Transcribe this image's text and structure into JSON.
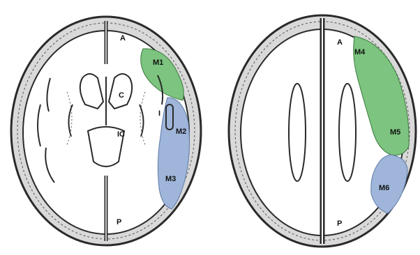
{
  "colors": {
    "green_region": "#7cc47f",
    "blue_region": "#9fb5d9",
    "outline": "#2a2a2a",
    "skull_fill": "#d9d9d9"
  },
  "left_slice": {
    "labels": {
      "anterior": "A",
      "posterior": "P",
      "caudate": "C",
      "internal_capsule": "IC",
      "insula": "I",
      "m1": "M1",
      "m2": "M2",
      "m3": "M3"
    }
  },
  "right_slice": {
    "labels": {
      "anterior": "A",
      "posterior": "P",
      "m4": "M4",
      "m5": "M5",
      "m6": "M6"
    }
  }
}
